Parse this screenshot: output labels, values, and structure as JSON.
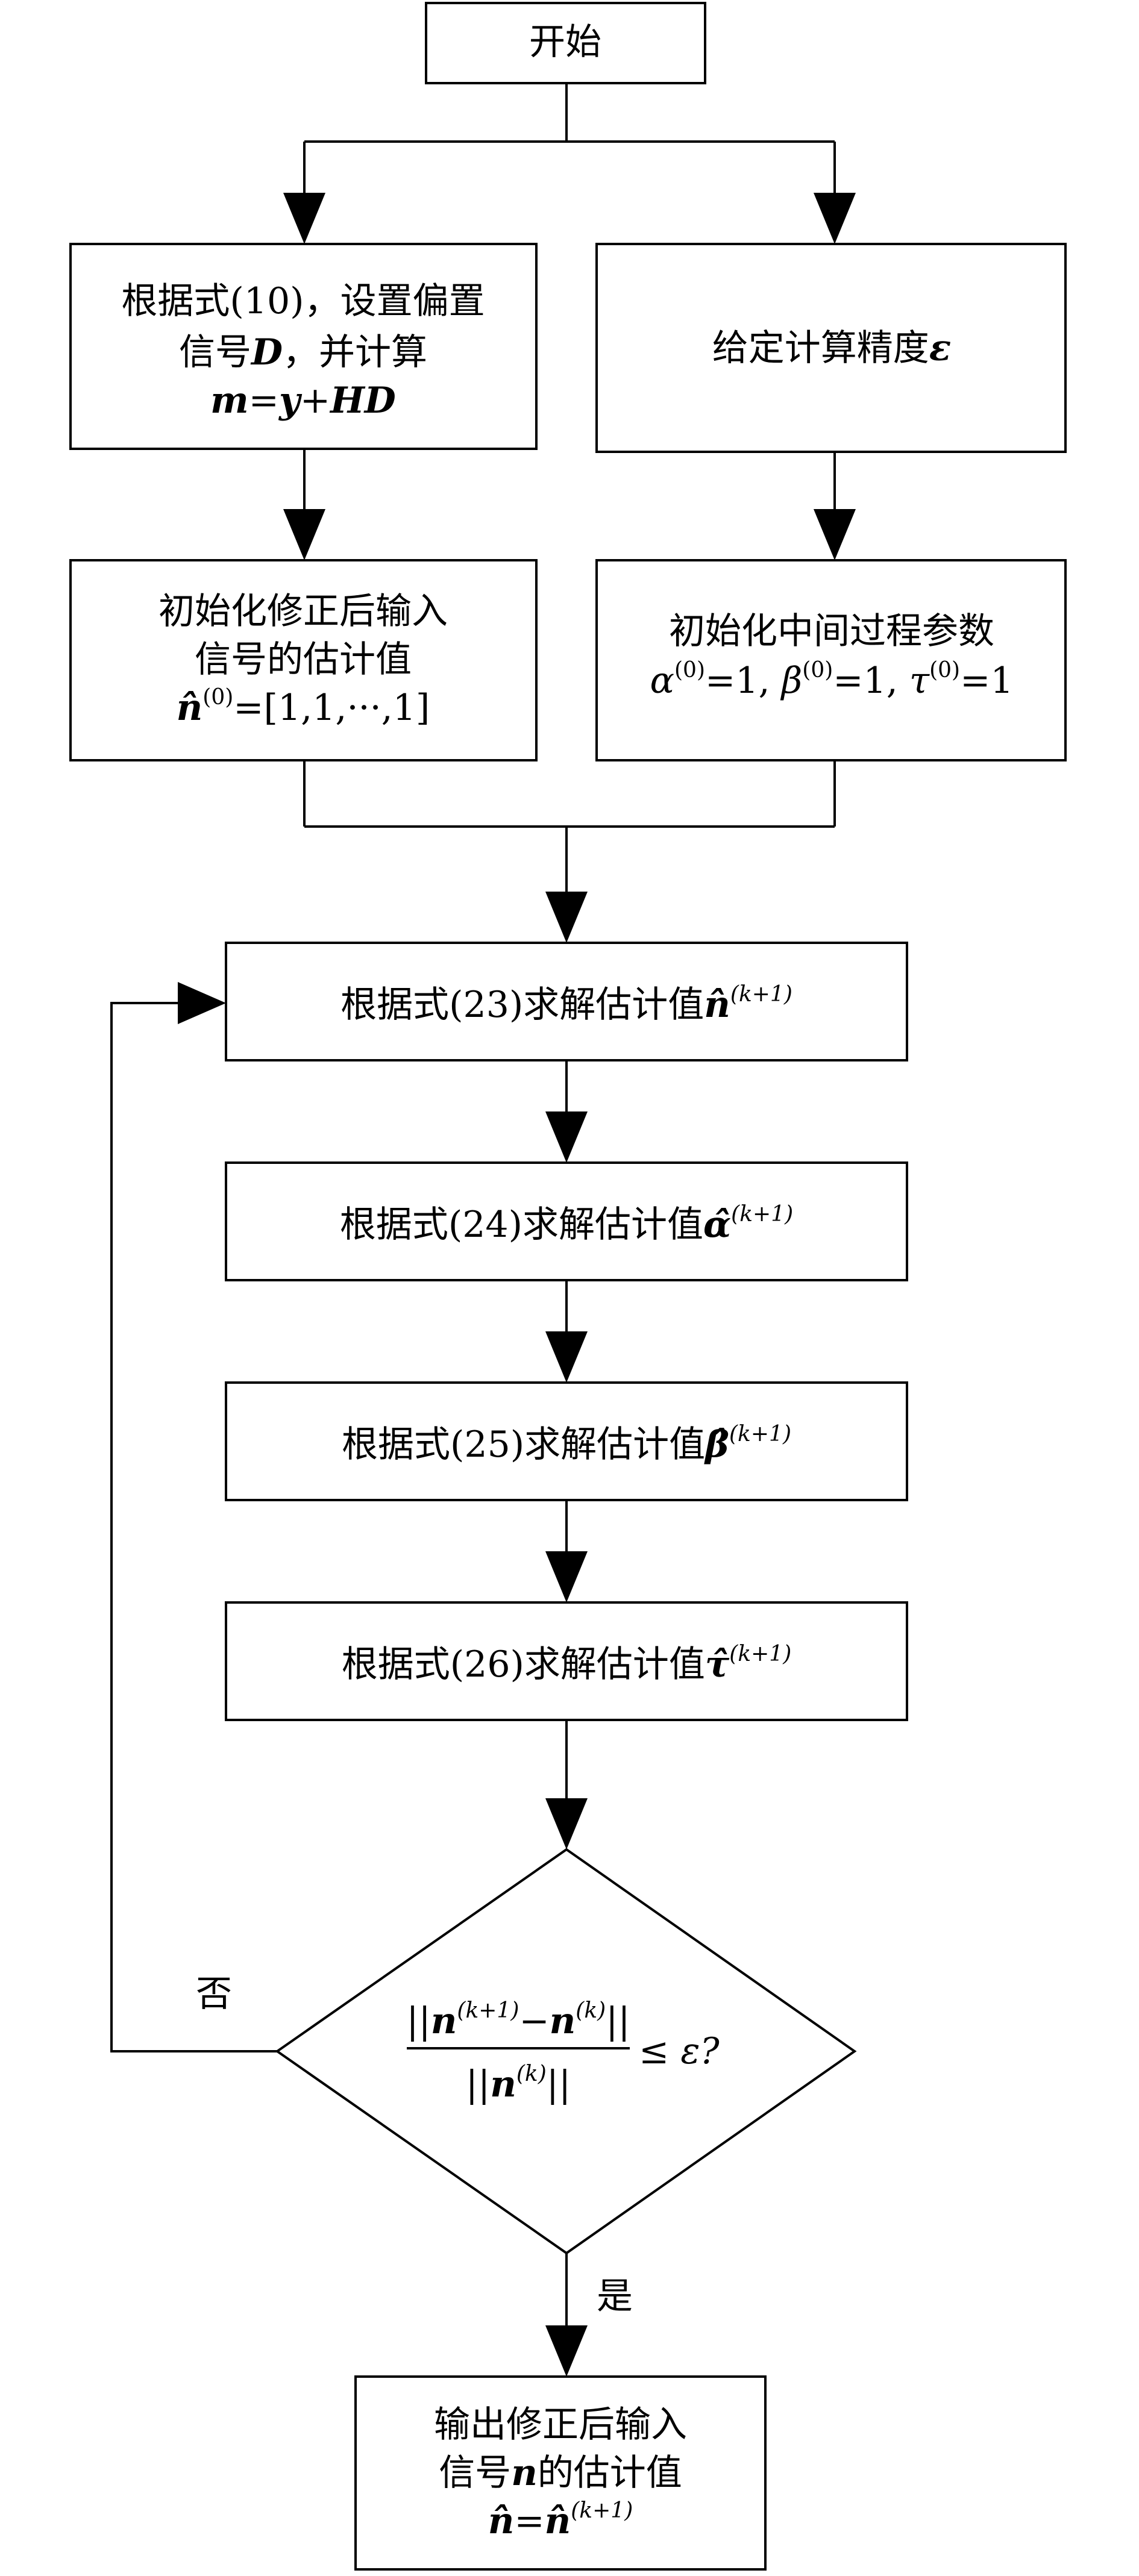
{
  "nodes": {
    "start": "开始",
    "set_bias": [
      "根据式(10)，设置偏置",
      "信号",
      "D",
      "，并计算",
      "m",
      "=",
      "y",
      "+",
      "HD"
    ],
    "set_precision": [
      "给定计算精度",
      "ε"
    ],
    "init_estimate": [
      "初始化修正后输入",
      "信号的估计值",
      "n̂",
      "(0)",
      "=[1,1,···,1]"
    ],
    "init_params": [
      "初始化中间过程参数",
      "α",
      "(0)",
      "=1, ",
      "β",
      "(0)",
      "=1, ",
      "τ",
      "(0)",
      "=1"
    ],
    "solve_n": [
      "根据式(23)求解估计值",
      "n̂",
      "(k+1)"
    ],
    "solve_alpha": [
      "根据式(24)求解估计值",
      "α̂",
      "(k+1)"
    ],
    "solve_beta": [
      "根据式(25)求解估计值",
      "β̂",
      "(k+1)"
    ],
    "solve_tau": [
      "根据式(26)求解估计值",
      "τ̂",
      "(k+1)"
    ],
    "decision": {
      "numerator": [
        "||",
        "n",
        "(k+1)",
        "−",
        "n",
        "(k)",
        "||"
      ],
      "denominator": [
        "||",
        "n",
        "(k)",
        "||"
      ],
      "relation": "≤ ε?"
    },
    "output": [
      "输出修正后输入",
      "信号",
      "n",
      "的估计值",
      "n̂",
      "=",
      "n̂",
      "(k+1)"
    ]
  },
  "edge_labels": {
    "no": "否",
    "yes": "是"
  }
}
